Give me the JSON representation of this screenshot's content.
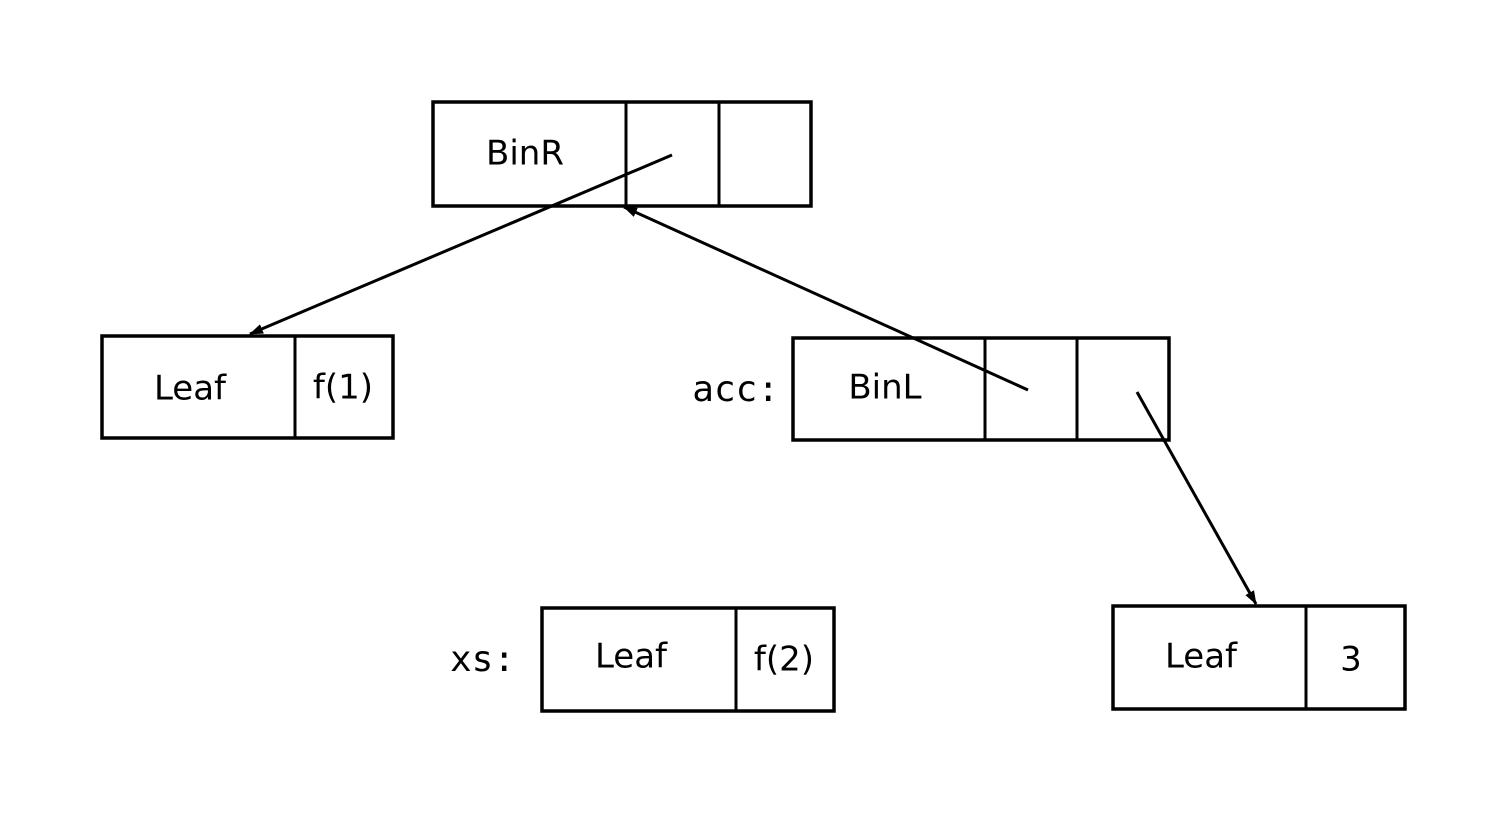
{
  "nodes": {
    "binr": {
      "tag": "BinR"
    },
    "leaf_f1": {
      "tag": "Leaf",
      "value": "f(1)"
    },
    "binl": {
      "label": "acc:",
      "tag": "BinL"
    },
    "leaf_f2": {
      "label": "xs:",
      "tag": "Leaf",
      "value": "f(2)"
    },
    "leaf_3": {
      "tag": "Leaf",
      "value": "3"
    }
  },
  "colors": {
    "ink": "#000000",
    "background": "#ffffff"
  }
}
